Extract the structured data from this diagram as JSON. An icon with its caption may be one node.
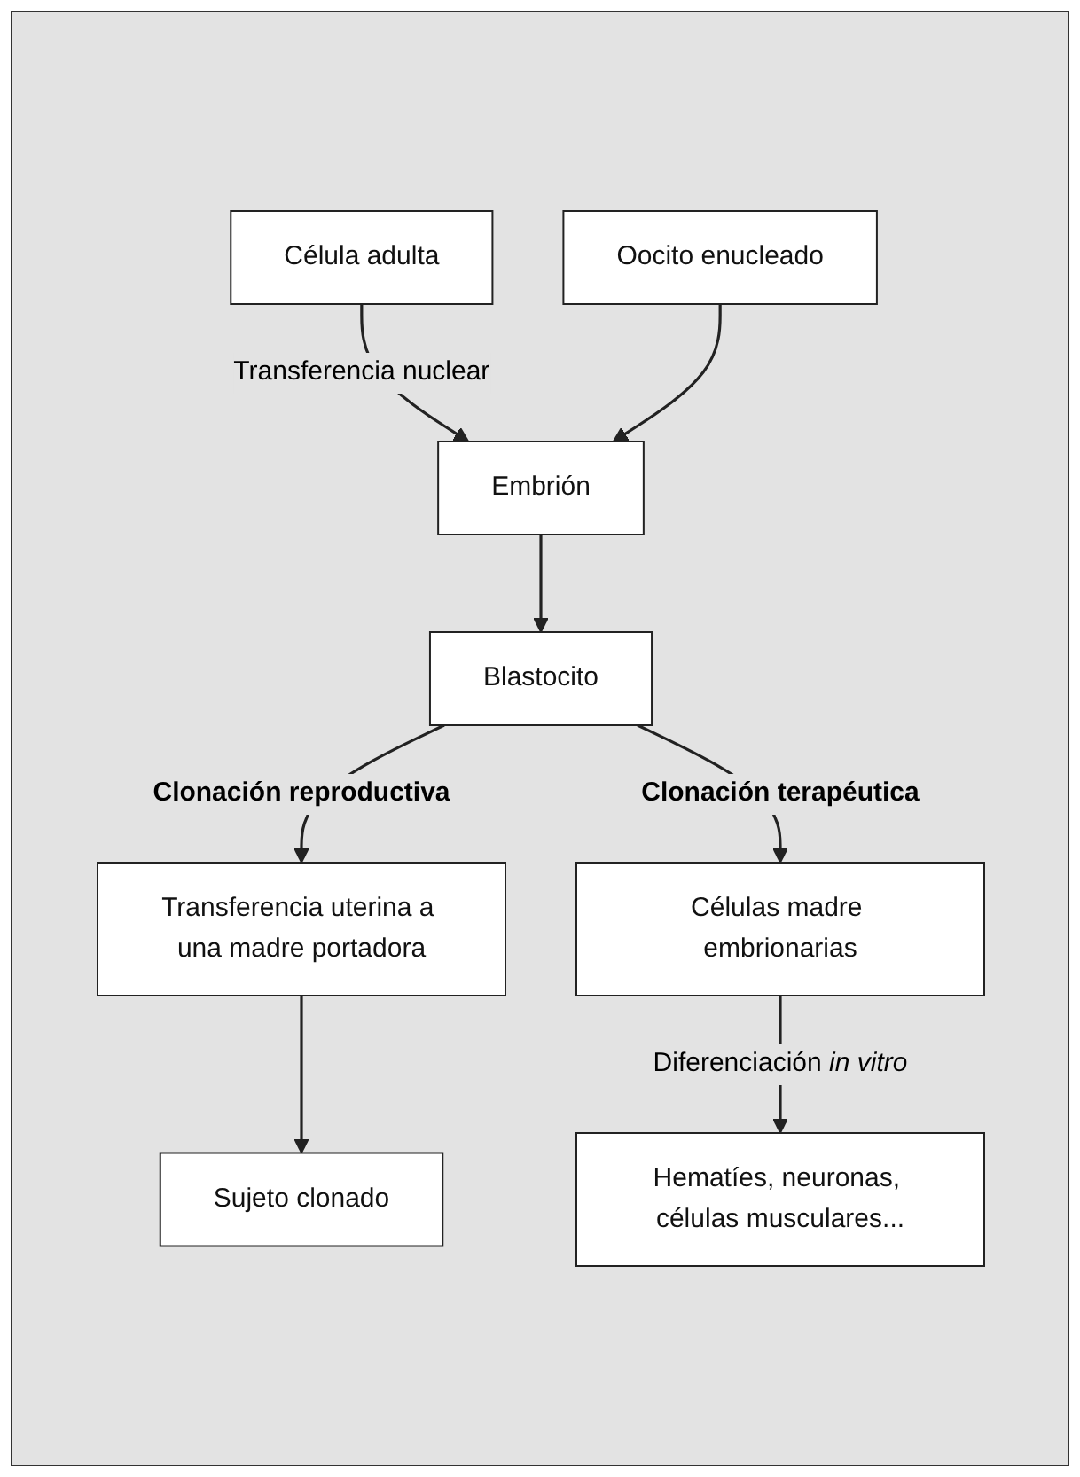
{
  "diagram": {
    "nodes": [
      {
        "text": [
          "Célula adulta"
        ]
      },
      {
        "text": [
          "Oocito enucleado"
        ]
      },
      {
        "text": [
          "Embrión"
        ]
      },
      {
        "text": [
          "Blastocito"
        ]
      },
      {
        "text": [
          "Transferencia uterina a una madre portadora"
        ]
      },
      {
        "text": [
          "Sujeto clonado"
        ]
      },
      {
        "text": [
          "Células madre embrionarias"
        ]
      },
      {
        "text": [
          "Hematíes, neuronas, células musculares..."
        ]
      }
    ],
    "edges": [
      {
        "from": 0,
        "to": 2,
        "arrow": "to",
        "label": "Transferencia nuclear"
      },
      {
        "from": 1,
        "to": 2,
        "arrow": "to"
      },
      {
        "from": 2,
        "to": 3,
        "arrow": "to"
      },
      {
        "from": 3,
        "to": 4,
        "arrow": "to",
        "label": "Clonación reproductiva"
      },
      {
        "from": 3,
        "to": 6,
        "arrow": "to",
        "label": "Clonación terapéutica"
      },
      {
        "from": 4,
        "to": 5,
        "arrow": "to"
      },
      {
        "from": 6,
        "to": 7,
        "arrow": "to",
        "label": "Diferenciación *in vitro*"
      }
    ]
  }
}
